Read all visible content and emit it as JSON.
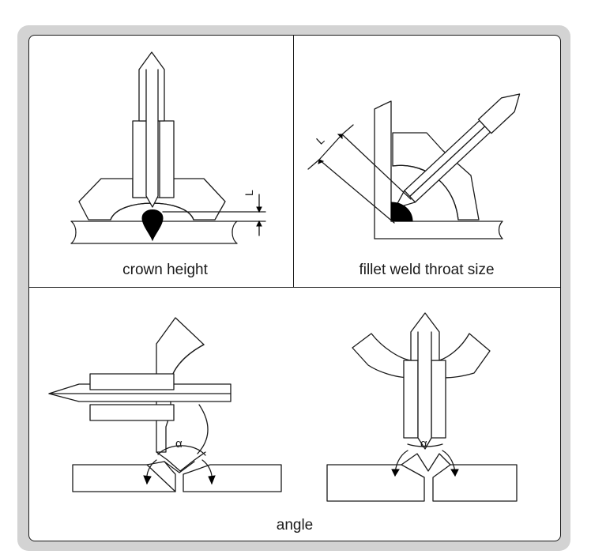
{
  "panels": {
    "crown_height": {
      "caption": "crown height",
      "dimension_label": "L"
    },
    "fillet_throat": {
      "caption": "fillet weld throat size",
      "dimension_label": "L"
    },
    "angle": {
      "caption": "angle",
      "angle_label_left": "α",
      "angle_label_right": "α"
    }
  },
  "colors": {
    "frame": "#d3d3d3",
    "line": "#1a1a1a",
    "weld_fill": "#000000"
  }
}
